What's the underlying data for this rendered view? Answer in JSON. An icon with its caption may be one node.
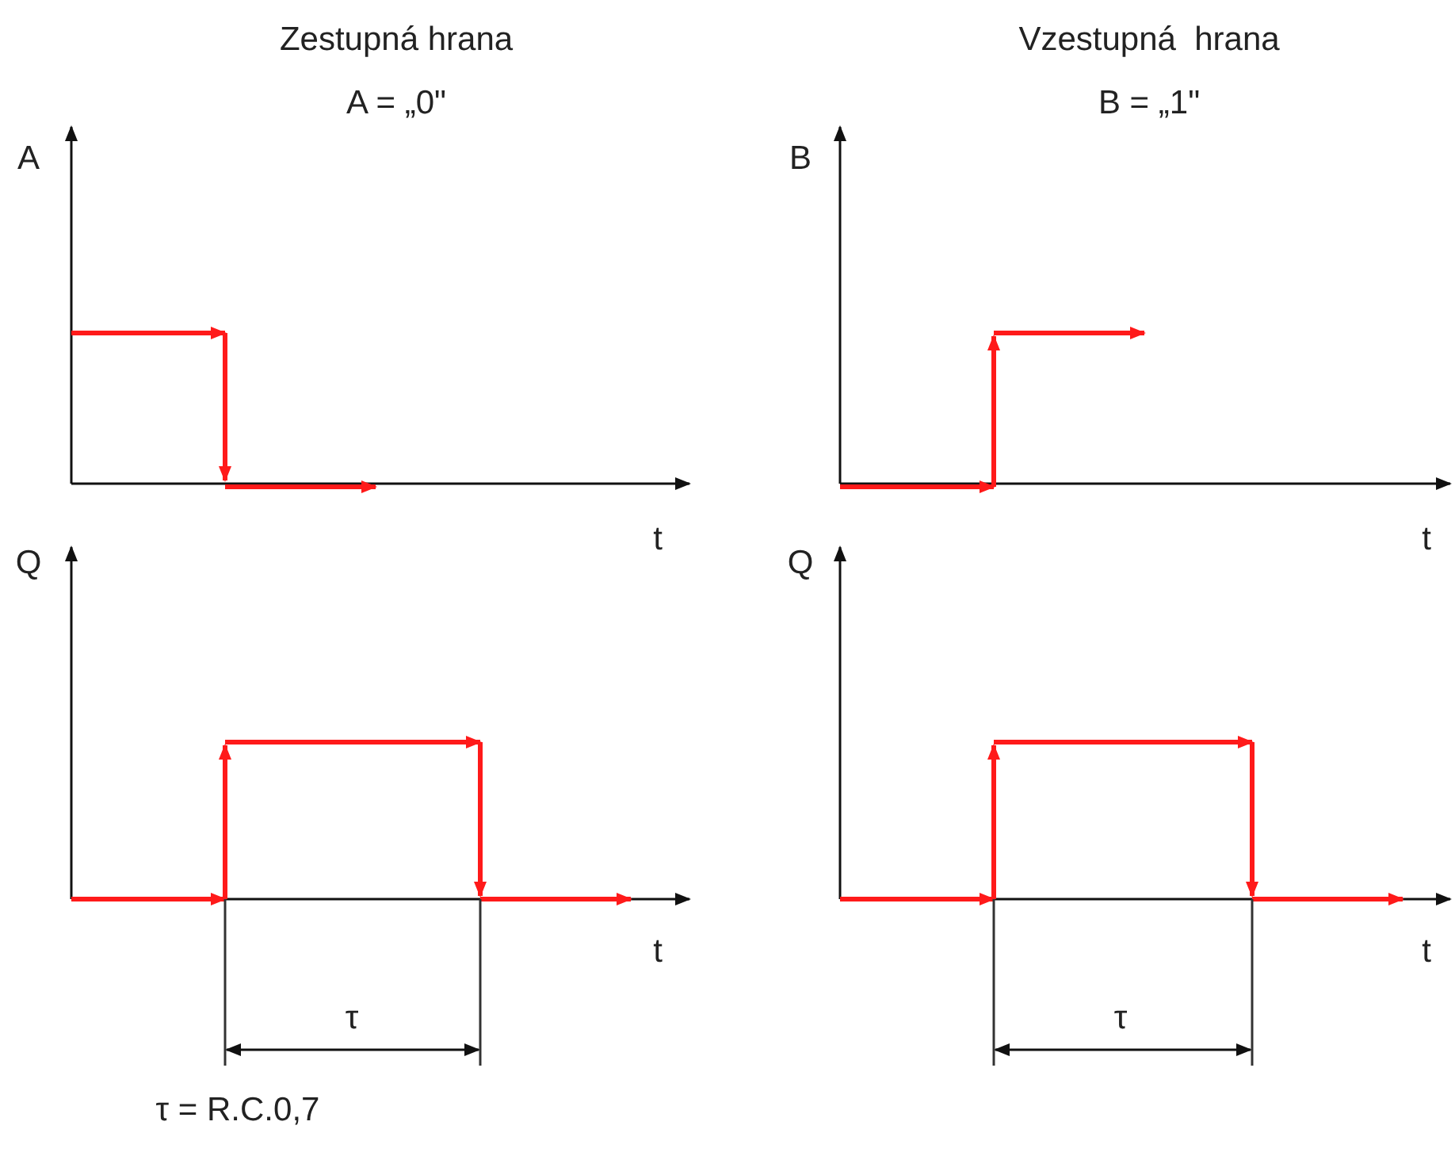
{
  "diagram": {
    "labels": [
      "Zestupná hrana",
      "Vzestupná  hrana",
      "A = „0\"",
      "B = „1\"",
      "A",
      "B",
      "t",
      "t",
      "Q",
      "Q",
      "t",
      "t",
      "τ",
      "τ",
      "τ = R.C.0,7"
    ]
  }
}
